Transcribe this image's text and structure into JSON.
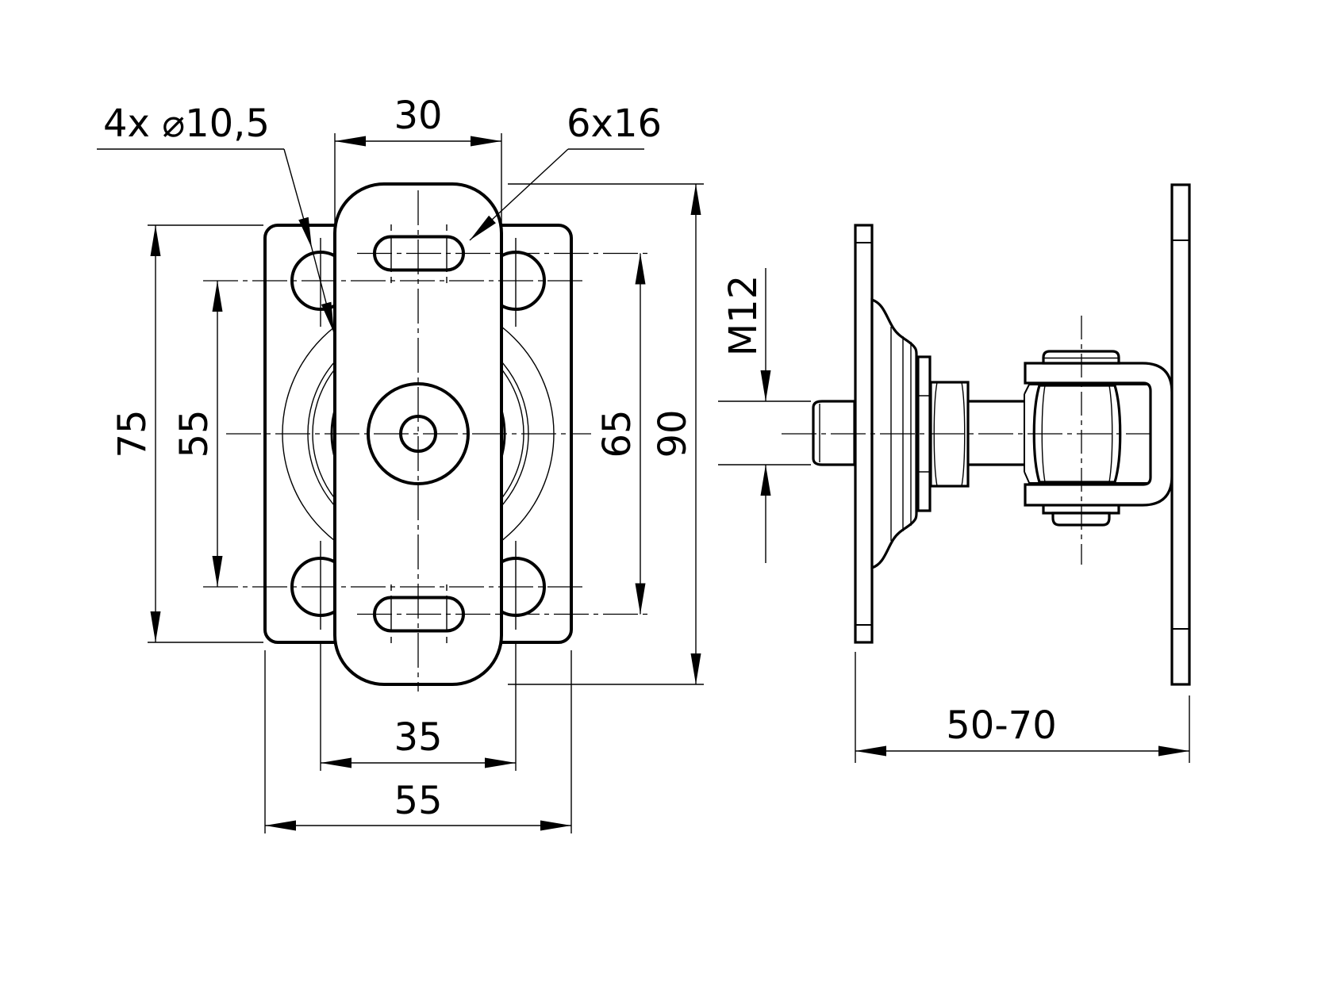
{
  "drawing_title": "",
  "front_view": {
    "holes_label": "4x ⌀10,5",
    "slot_label": "6x16",
    "dim_leaf_width": "30",
    "dim_plate_height": "75",
    "dim_hole_spacing_v": "55",
    "dim_slot_spacing_v": "65",
    "dim_leaf_height": "90",
    "dim_hole_spacing_h": "35",
    "dim_plate_width": "55"
  },
  "side_view": {
    "thread_label": "M12",
    "adjust_range_label": "50-70"
  },
  "colors": {
    "line": "#000000",
    "background": "#ffffff"
  }
}
